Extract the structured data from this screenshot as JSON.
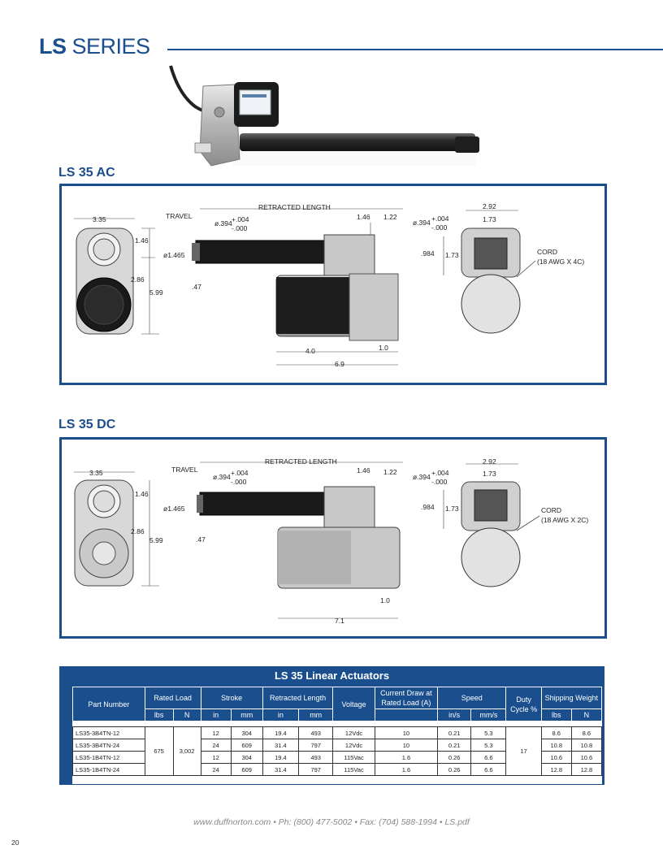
{
  "header": {
    "series_bold": "LS",
    "series_rest": " SERIES"
  },
  "sections": [
    {
      "label": "LS 35 AC",
      "dims": {
        "width": "3.35",
        "top": "1.46",
        "mid": "2.86",
        "height": "5.99",
        "travel": "TRAVEL",
        "hole": "ø.394",
        "tol_plus": "+.004",
        "tol_minus": "-.000",
        "retracted": "RETRACTED LENGTH",
        "rod": "ø1.465",
        "end": ".47",
        "c1": "1.46",
        "c2": "1.22",
        "hole2": "ø.394",
        "tol2_plus": "+.004",
        "tol2_minus": "-.000",
        "clevis": ".984",
        "motor": "4.0",
        "gear": "1.0",
        "overall": "6.9",
        "side_w": "2.92",
        "side_in": "1.73",
        "side_h": "1.73",
        "cord": "CORD",
        "cord_spec": "(18 AWG X 4C)"
      }
    },
    {
      "label": "LS 35 DC",
      "dims": {
        "width": "3.35",
        "top": "1.46",
        "mid": "2.86",
        "height": "5.99",
        "travel": "TRAVEL",
        "hole": "ø.394",
        "tol_plus": "+.004",
        "tol_minus": "-.000",
        "retracted": "RETRACTED LENGTH",
        "rod": "ø1.465",
        "end": ".47",
        "c1": "1.46",
        "c2": "1.22",
        "hole2": "ø.394",
        "tol2_plus": "+.004",
        "tol2_minus": "-.000",
        "clevis": ".984",
        "motor": "",
        "gear": "1.0",
        "overall": "7.1",
        "side_w": "2.92",
        "side_in": "1.73",
        "side_h": "1.73",
        "cord": "CORD",
        "cord_spec": "(18 AWG X 2C)"
      }
    }
  ],
  "spec_table": {
    "title": "LS 35  Linear Actuators",
    "headers": {
      "part": "Part Number",
      "rated": "Rated Load",
      "stroke": "Stroke",
      "retracted": "Retracted Length",
      "voltage": "Voltage",
      "current": "Current Draw at Rated Load (A)",
      "speed": "Speed",
      "duty": "Duty Cycle %",
      "weight": "Shipping Weight"
    },
    "units": {
      "lbs": "lbs",
      "n": "N",
      "in": "in",
      "mm": "mm",
      "in2": "in",
      "mm2": "mm",
      "ins": "in/s",
      "mms": "mm/s",
      "lbs2": "lbs",
      "n2": "N"
    },
    "rated_lbs": "675",
    "rated_n": "3,002",
    "duty": "17",
    "rows": [
      {
        "part": "LS35-3B4TN-12",
        "stroke_in": "12",
        "stroke_mm": "304",
        "ret_in": "19.4",
        "ret_mm": "493",
        "voltage": "12Vdc",
        "current": "10",
        "speed_in": "0.21",
        "speed_mm": "5.3",
        "wt_lbs": "8.6",
        "wt_n": "8.6"
      },
      {
        "part": "LS35-3B4TN-24",
        "stroke_in": "24",
        "stroke_mm": "609",
        "ret_in": "31.4",
        "ret_mm": "797",
        "voltage": "12Vdc",
        "current": "10",
        "speed_in": "0.21",
        "speed_mm": "5.3",
        "wt_lbs": "10.8",
        "wt_n": "10.8"
      },
      {
        "part": "LS35-1B4TN-12",
        "stroke_in": "12",
        "stroke_mm": "304",
        "ret_in": "19.4",
        "ret_mm": "493",
        "voltage": "115Vac",
        "current": "1.6",
        "speed_in": "0.26",
        "speed_mm": "6.6",
        "wt_lbs": "10.6",
        "wt_n": "10.6"
      },
      {
        "part": "LS35-1B4TN-24",
        "stroke_in": "24",
        "stroke_mm": "609",
        "ret_in": "31.4",
        "ret_mm": "797",
        "voltage": "115Vac",
        "current": "1.6",
        "speed_in": "0.26",
        "speed_mm": "6.6",
        "wt_lbs": "12.8",
        "wt_n": "12.8"
      }
    ]
  },
  "footer": {
    "text": "www.duffnorton.com • Ph: (800) 477-5002 • Fax: (704) 588-1994 • LS.pdf"
  },
  "page_number": "20"
}
